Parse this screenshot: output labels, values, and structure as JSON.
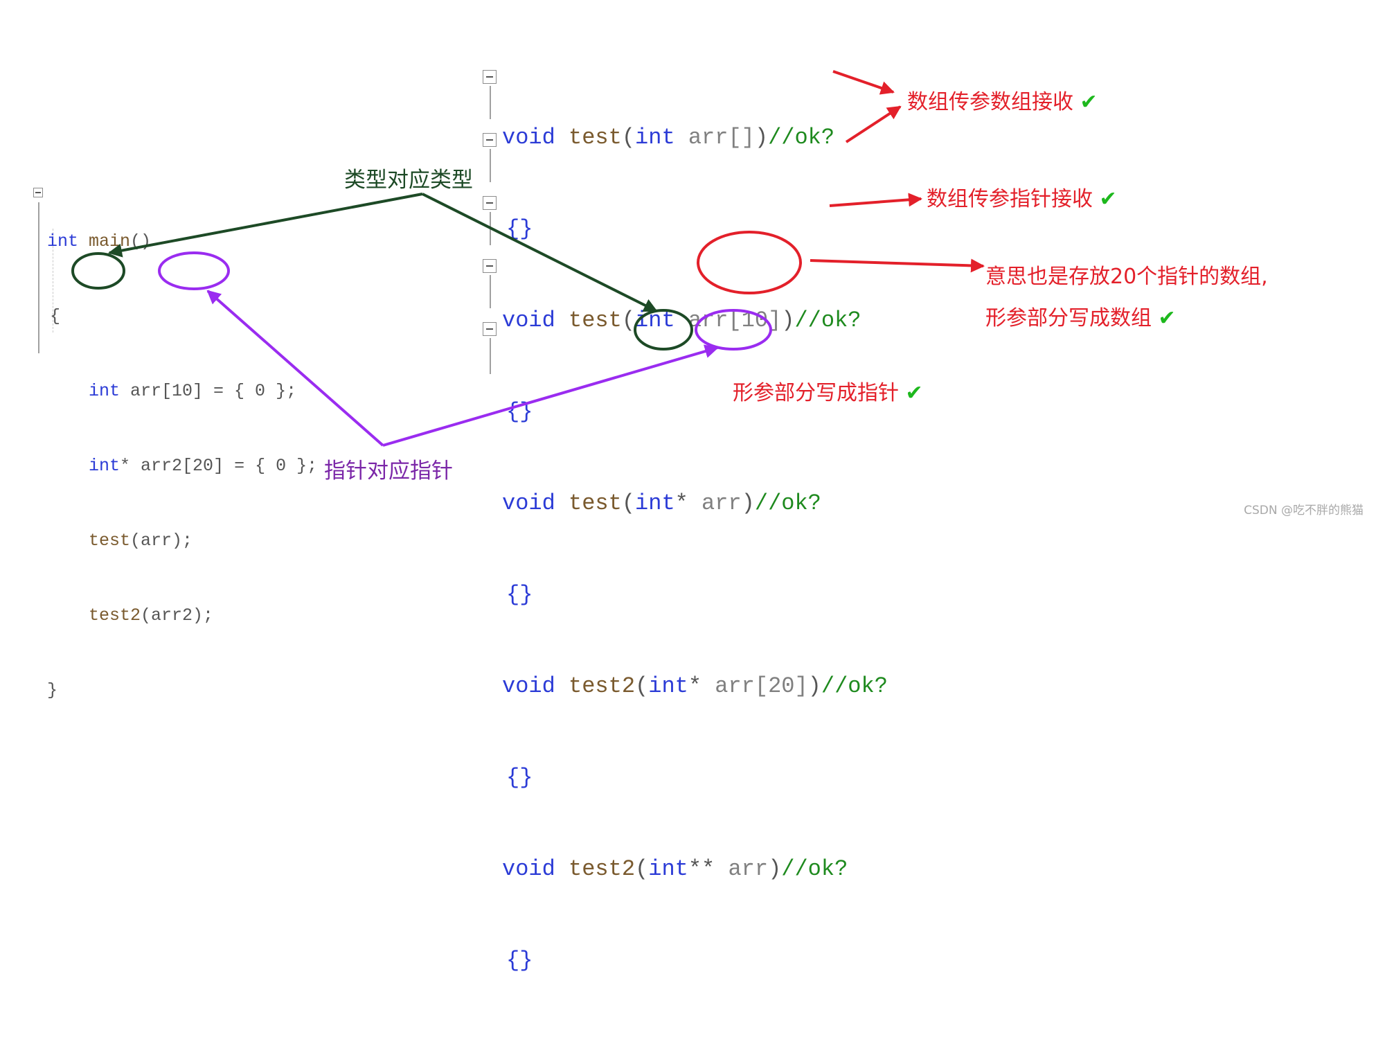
{
  "left_code": {
    "line1": {
      "kw": "int",
      "fn": "main",
      "pn": "()"
    },
    "line2": "{",
    "line3": {
      "kw": "int",
      "rest": "arr[10] = { 0 };"
    },
    "line4": {
      "kw": "int",
      "star": "*",
      "rest": "arr2[20] = { 0 };"
    },
    "line5": {
      "fn": "test",
      "rest": "(arr);"
    },
    "line6": {
      "fn": "test2",
      "rest": "(arr2);"
    },
    "line7": "}"
  },
  "right_code": {
    "f1": {
      "kw": "void",
      "fn": "test",
      "open": "(",
      "type": "int",
      "param": "arr[]",
      "close": ")",
      "comment": "//ok?"
    },
    "f2": {
      "kw": "void",
      "fn": "test",
      "open": "(",
      "type": "int",
      "param": "arr[10]",
      "close": ")",
      "comment": "//ok?"
    },
    "f3": {
      "kw": "void",
      "fn": "test",
      "open": "(",
      "type": "int",
      "star": "*",
      "param": "arr",
      "close": ")",
      "comment": "//ok?"
    },
    "f4": {
      "kw": "void",
      "fn": "test2",
      "open": "(",
      "type": "int",
      "star": "*",
      "param": "arr[20]",
      "close": ")",
      "comment": "//ok?"
    },
    "f5": {
      "kw": "void",
      "fn": "test2",
      "open": "(",
      "type": "int",
      "star": "**",
      "param": "arr",
      "close": ")",
      "comment": "//ok?"
    },
    "body": "{}"
  },
  "annotations": {
    "array_param_array_receive": "数组传参数组接收",
    "array_param_pointer_receive": "数组传参指针接收",
    "pointer_array_line1": "意思也是存放20个指针的数组,",
    "pointer_array_line2": "形参部分写成数组",
    "param_written_as_pointer": "形参部分写成指针",
    "type_matches_type": "类型对应类型",
    "pointer_matches_pointer": "指针对应指针",
    "check": "✔",
    "watermark": "CSDN @吃不胖的熊猫"
  },
  "colors": {
    "red": "#e3202a",
    "dark_green": "#1d4a26",
    "purple": "#7b27a8",
    "keyword_blue": "#2b3bd6",
    "comment_green": "#1e8a1e",
    "check_green": "#1db81d"
  }
}
